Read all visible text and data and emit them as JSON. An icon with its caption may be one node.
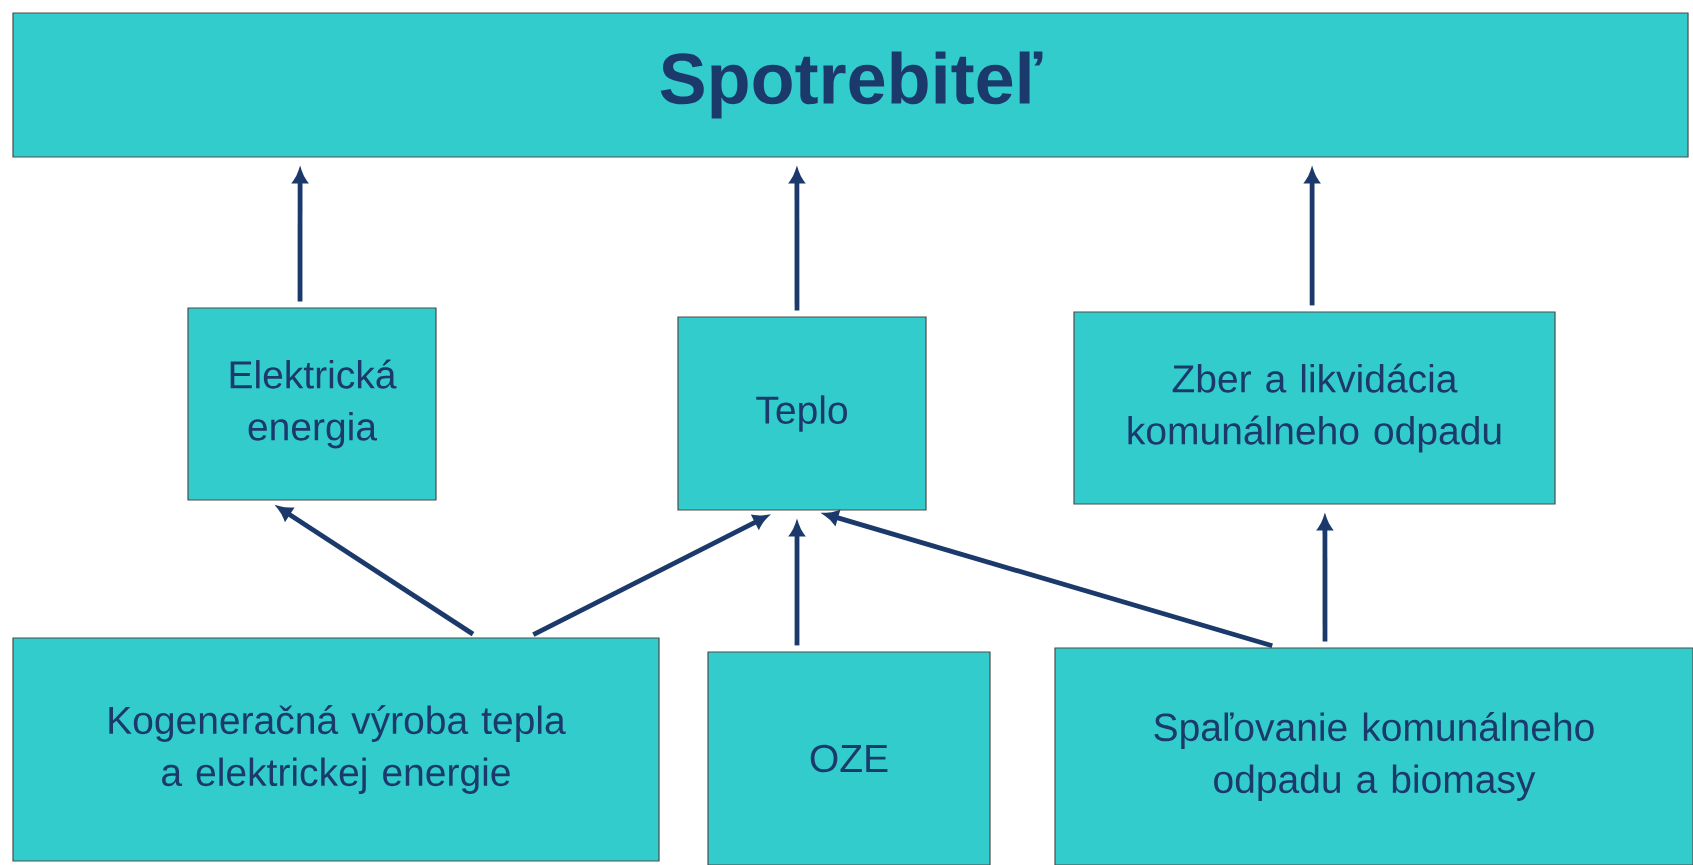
{
  "diagram": {
    "nodes": [
      {
        "text": [
          "Spotrebiteľ"
        ]
      },
      {
        "text": [
          "Elektrická energia"
        ]
      },
      {
        "text": [
          "Teplo"
        ]
      },
      {
        "text": [
          "Zber a likvidácia komunálneho odpadu"
        ]
      },
      {
        "text": [
          "Kogeneračná výroba tepla a elektrickej energie"
        ]
      },
      {
        "text": [
          "OZE"
        ]
      },
      {
        "text": [
          "Spaľovanie komunálneho odpadu a biomasy"
        ]
      }
    ],
    "edges": [
      {
        "from": 1,
        "to": 0,
        "arrow": "to"
      },
      {
        "from": 2,
        "to": 0,
        "arrow": "to"
      },
      {
        "from": 3,
        "to": 0,
        "arrow": "to"
      },
      {
        "from": 4,
        "to": 1,
        "arrow": "to"
      },
      {
        "from": 4,
        "to": 2,
        "arrow": "to"
      },
      {
        "from": 5,
        "to": 2,
        "arrow": "to"
      },
      {
        "from": 6,
        "to": 2,
        "arrow": "to"
      },
      {
        "from": 6,
        "to": 3,
        "arrow": "to"
      }
    ]
  }
}
